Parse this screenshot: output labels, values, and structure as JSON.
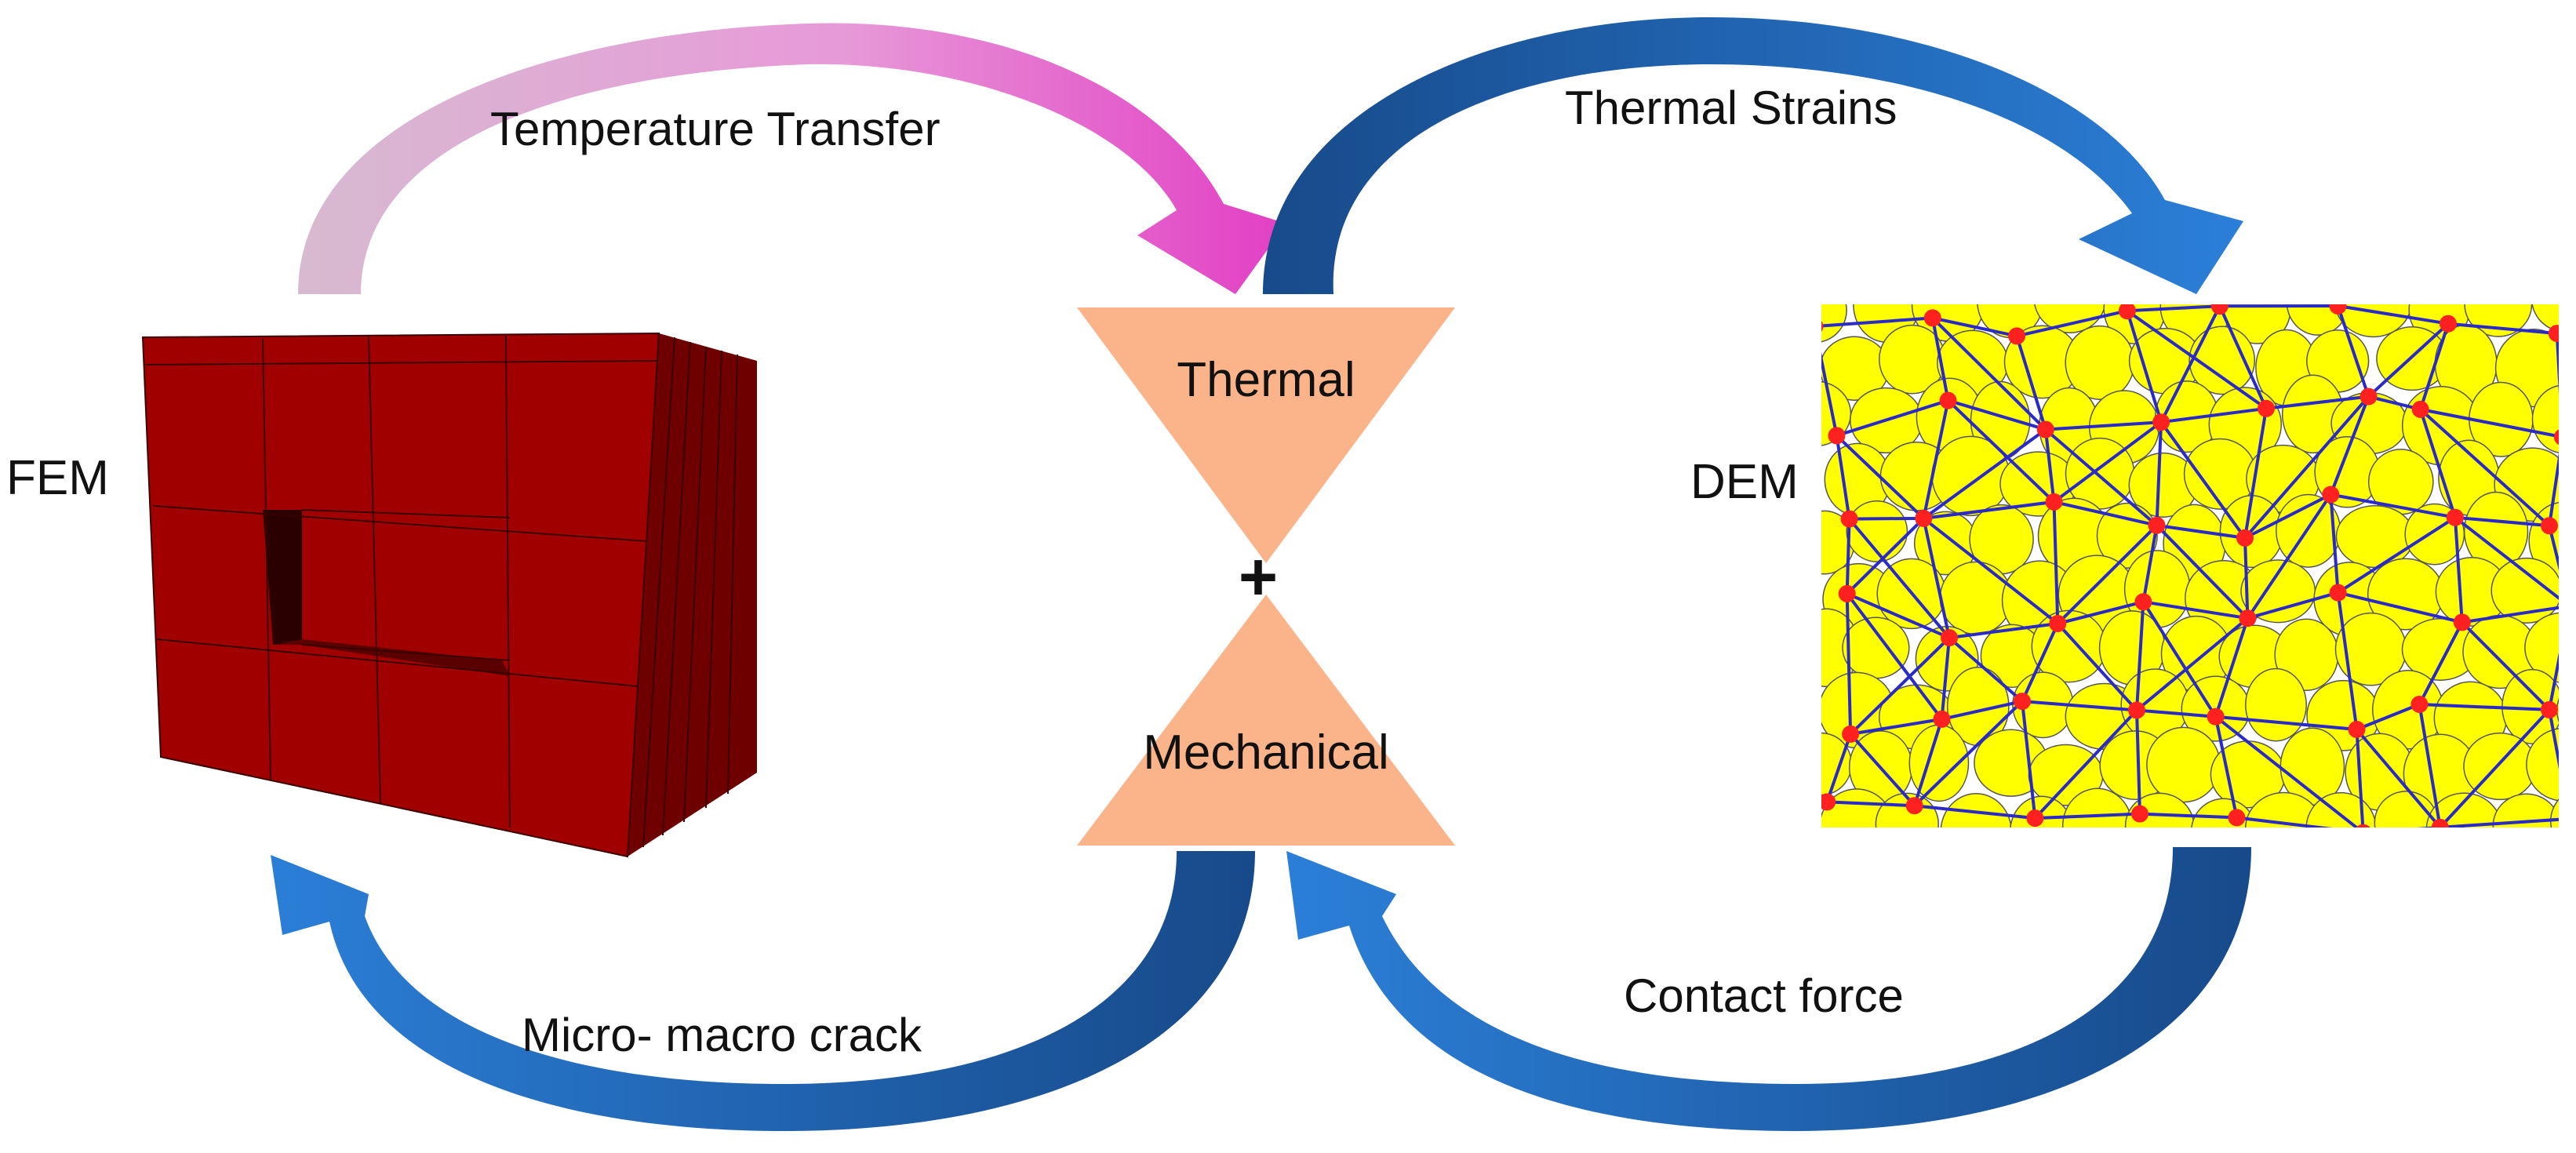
{
  "labels": {
    "temperature_transfer": "Temperature Transfer",
    "thermal_strains": "Thermal Strains",
    "micro_macro_crack": "Micro- macro crack",
    "contact_force": "Contact force",
    "fem": "FEM",
    "dem": "DEM",
    "thermal": "Thermal",
    "mechanical": "Mechanical",
    "plus": "+"
  },
  "colors": {
    "fem_block": "#a00000",
    "fem_side": "#6e0000",
    "hourglass": "#fbb48a",
    "arrow_blue_dark": "#1b4f8e",
    "arrow_blue_light": "#2a7ad2",
    "arrow_pink_start": "#d7bad0",
    "arrow_pink_end": "#e23fc4",
    "dem_particle": "#ffff00",
    "dem_network": "#2a2ac6",
    "dem_node": "#ff2020"
  },
  "icons": [
    "fem-mesh-block",
    "dem-particle-network",
    "hourglass-coupling"
  ]
}
